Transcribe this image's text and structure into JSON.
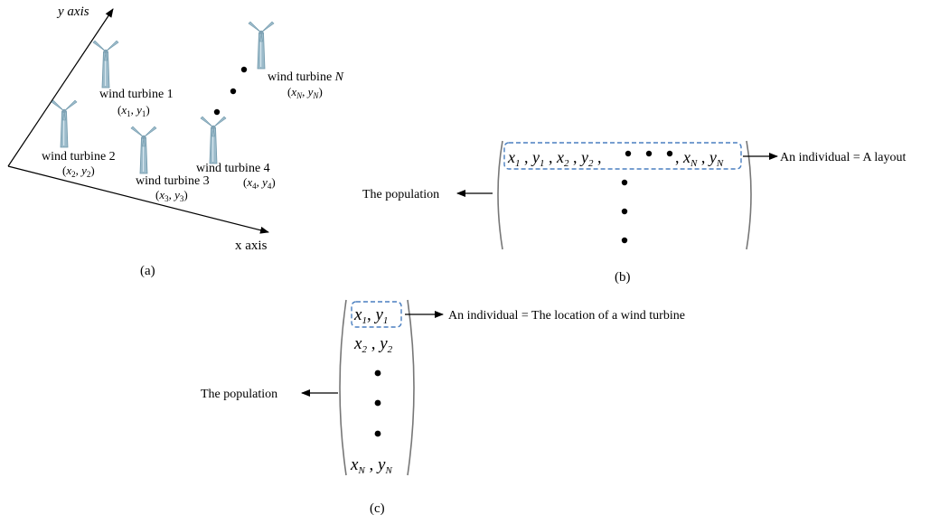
{
  "panel_a": {
    "label": "(a)",
    "y_axis": "y axis",
    "x_axis": "x axis",
    "turbines": [
      {
        "name": "wind turbine 1",
        "coord": "(x1, y1)"
      },
      {
        "name": "wind turbine 2",
        "coord": "(x2, y2)"
      },
      {
        "name": "wind turbine 3",
        "coord": "(x3, y3)"
      },
      {
        "name": "wind turbine 4",
        "coord": "(x4, y4)"
      },
      {
        "name": "wind turbine N",
        "coord": "(xN, yN)"
      }
    ]
  },
  "panel_b": {
    "label": "(b)",
    "population_label": "The population",
    "individual_label": "An individual = A layout",
    "row": "x1 , y1 , x2 , y2 , • • • , xN , yN"
  },
  "panel_c": {
    "label": "(c)",
    "population_label": "The population",
    "individual_label": "An individual = The location of a wind turbine",
    "rows": [
      "x1 , y1",
      "x2 , y2",
      "xN , yN"
    ]
  },
  "colors": {
    "dashed_box": "#4a7fc0",
    "turbine": "#8fb3c4"
  },
  "icons": [
    "wind-turbine-icon",
    "arrow-icon",
    "ellipsis-dot-icon"
  ]
}
